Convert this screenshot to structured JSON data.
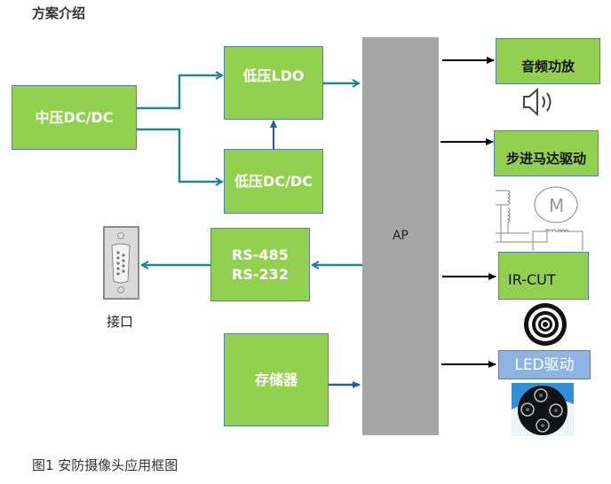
{
  "section_title": "方案介绍",
  "caption": "图1 安防摄像头应用框图",
  "blocks": {
    "mid_dcdc": "中压DC/DC",
    "low_ldo": "低压LDO",
    "low_dcdc": "低压DC/DC",
    "rs_line1": "RS-485",
    "rs_line2": "RS-232",
    "storage": "存储器",
    "ap": "AP",
    "audio_amp": "音频功放",
    "stepper": "步进马达驱动",
    "ircut": "IR-CUT",
    "led": "LED驱动"
  },
  "interface_label": "接口",
  "icons": [
    "speaker-icon",
    "stepper-motor-icon",
    "ircut-coil-icon",
    "ir-led-array-icon",
    "db9-connector-icon"
  ],
  "colors": {
    "block_green": "#92d050",
    "block_blue": "#8eb4e3",
    "ap_gray": "#a6a6a6",
    "wire_teal": "#1a8a8a",
    "wire_blue": "#1f5fa8",
    "wire_black": "#000000"
  }
}
